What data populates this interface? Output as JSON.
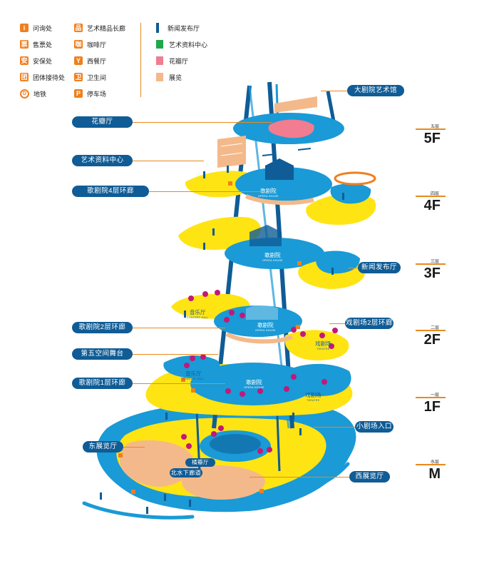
{
  "legend": {
    "facilities": [
      {
        "icon": "info-icon",
        "glyph": "i",
        "label": "问询处"
      },
      {
        "icon": "ticket-icon",
        "glyph": "票",
        "label": "售票处"
      },
      {
        "icon": "security-icon",
        "glyph": "安",
        "label": "安保处"
      },
      {
        "icon": "group-reception-icon",
        "glyph": "团",
        "label": "团体接待处"
      },
      {
        "icon": "subway-icon",
        "glyph": "D",
        "label": "地铁"
      }
    ],
    "services": [
      {
        "icon": "gift-shop-icon",
        "glyph": "品",
        "label": "艺术精品长廊"
      },
      {
        "icon": "cafe-icon",
        "glyph": "咖",
        "label": "咖啡厅"
      },
      {
        "icon": "restaurant-icon",
        "glyph": "Y",
        "label": "西餐厅"
      },
      {
        "icon": "restroom-icon",
        "glyph": "卫",
        "label": "卫生间"
      },
      {
        "icon": "parking-icon",
        "glyph": "P",
        "label": "停车场"
      }
    ],
    "zones": [
      {
        "type": "bar",
        "color": "#0f5c96",
        "label": "新闻发布厅"
      },
      {
        "type": "square",
        "color": "#1fa84a",
        "label": "艺术资料中心"
      },
      {
        "type": "square",
        "color": "#f27c90",
        "label": "花瓣厅"
      },
      {
        "type": "square",
        "color": "#f4b98a",
        "label": "展览"
      }
    ],
    "accent_color": "#f07f1e"
  },
  "labels": {
    "grand_theatre_museum": "大剧院艺术馆",
    "petal_hall": "花瓣厅",
    "art_archive": "艺术资料中心",
    "opera_4f_gallery": "歌剧院4层环廊",
    "press_hall": "新闻发布厅",
    "opera_2f_gallery": "歌剧院2层环廊",
    "theatre_2f_gallery": "戏剧场2层环廊",
    "fifth_space": "第五空间舞台",
    "opera_1f_gallery": "歌剧院1层环廊",
    "small_theatre_entrance": "小剧场入口",
    "east_hall": "东展览厅",
    "west_hall": "西展览厅",
    "north_corridor": "北水下廊道",
    "petal_lower": "橘瓣厅"
  },
  "plates": {
    "opera": "歌剧院",
    "opera_en": "OPERA HOUSE",
    "concert": "音乐厅",
    "concert_en": "CONCERT HALL",
    "theatre": "戏剧场",
    "theatre_en": "THEATRE"
  },
  "floors": [
    {
      "cn": "五层",
      "code": "5F"
    },
    {
      "cn": "四层",
      "code": "4F"
    },
    {
      "cn": "三层",
      "code": "3F"
    },
    {
      "cn": "二层",
      "code": "2F"
    },
    {
      "cn": "一层",
      "code": "1F"
    },
    {
      "cn": "水层",
      "code": "M"
    }
  ],
  "colors": {
    "navy": "#0f5c96",
    "blue": "#1a9ad6",
    "yellow": "#ffe414",
    "orange": "#e98a1d",
    "pink": "#f27c90",
    "magenta": "#c2187a",
    "peach": "#f4b98a",
    "green": "#1fa84a"
  }
}
